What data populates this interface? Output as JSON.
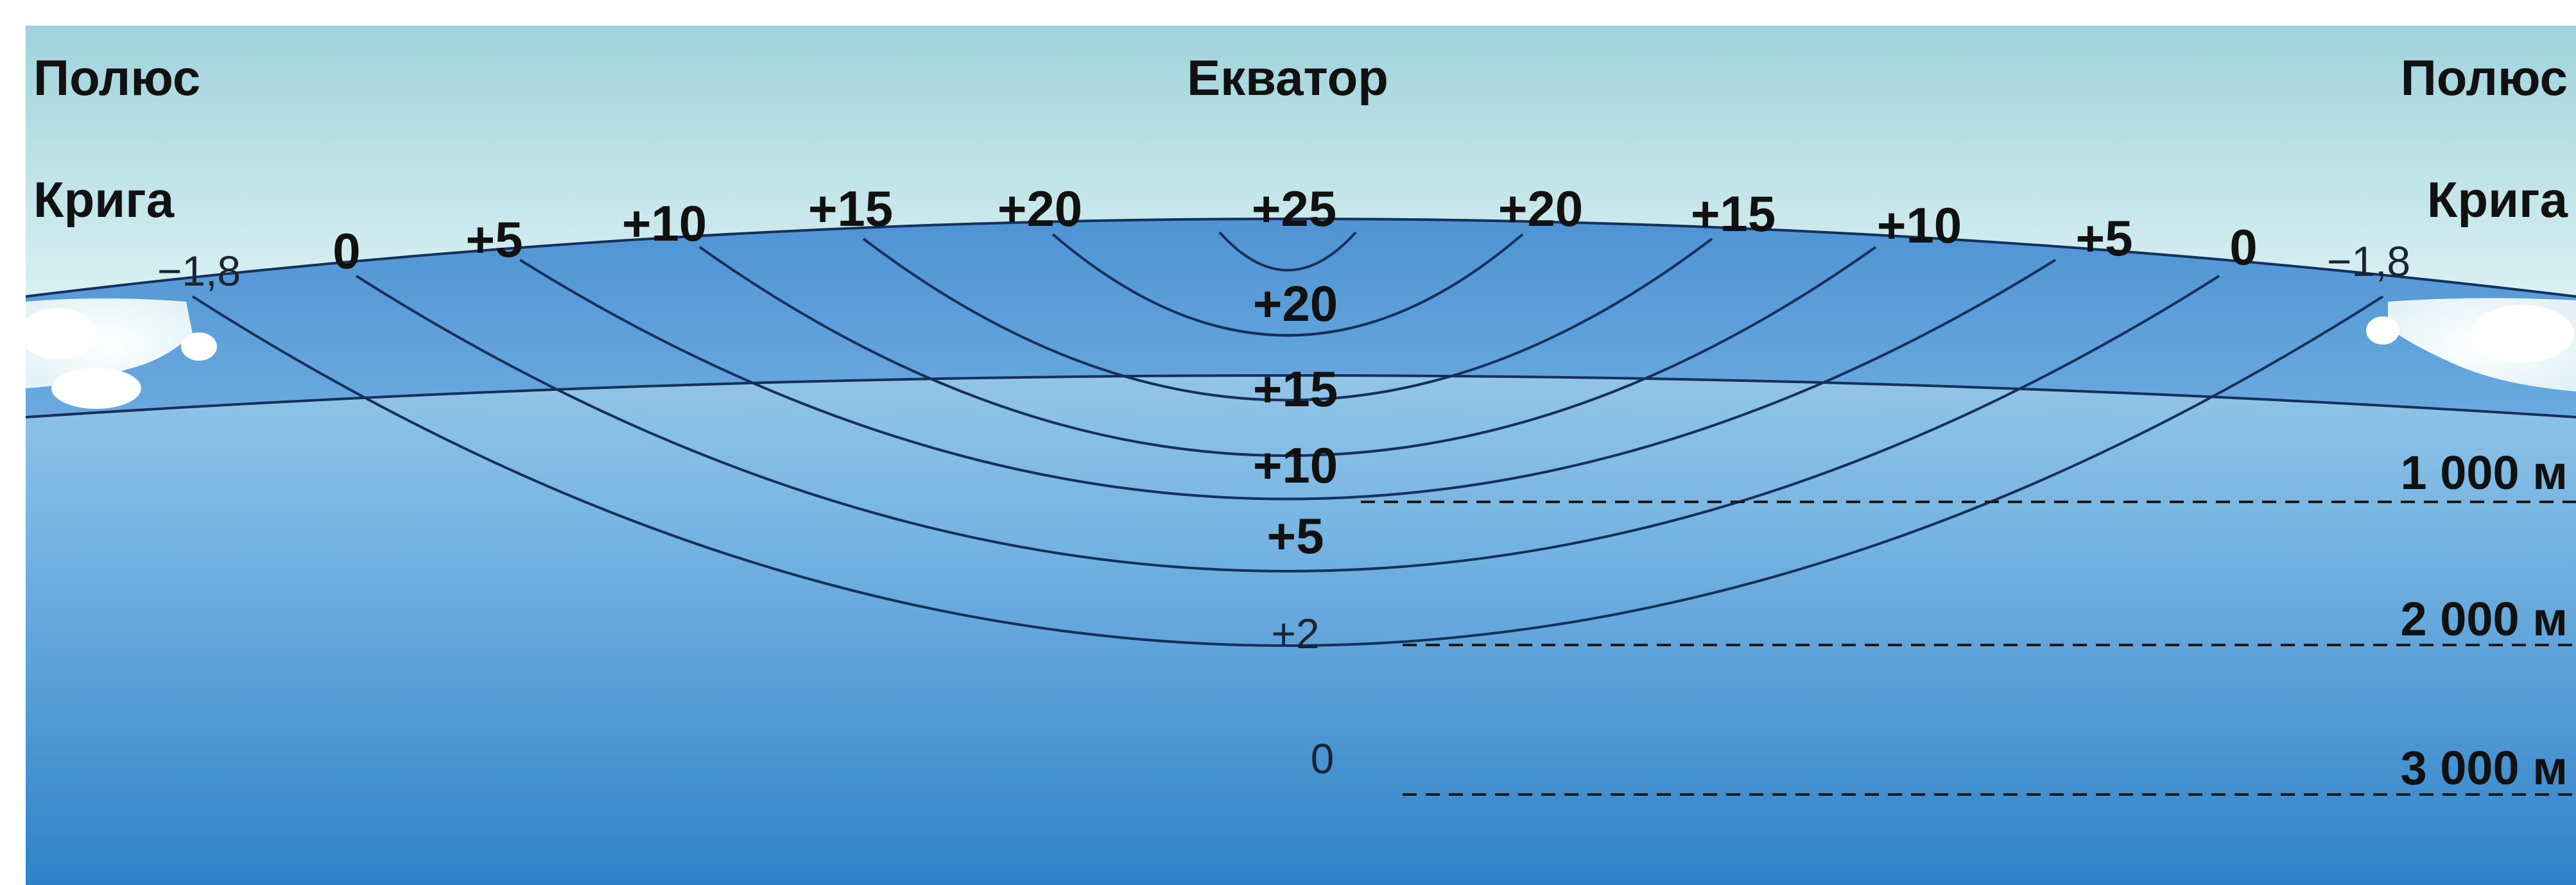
{
  "header": {
    "pole_left": "Полюс",
    "equator": "Екватор",
    "pole_right": "Полюс"
  },
  "ice": {
    "left": "Крига",
    "right": "Крига"
  },
  "surface_temperatures": {
    "left": [
      "−1,8",
      "0",
      "+5",
      "+10",
      "+15",
      "+20"
    ],
    "center": "+25",
    "right": [
      "+20",
      "+15",
      "+10",
      "+5",
      "0",
      "−1,8"
    ]
  },
  "center_column": [
    "+20",
    "+15",
    "+10",
    "+5",
    "+2",
    "0"
  ],
  "depth_labels": [
    "1 000 м",
    "2 000 м",
    "3 000 м"
  ],
  "colors": {
    "sky_top": "#9fd3dc",
    "sky_bottom": "#d9f1f3",
    "surface_layer": "#4a8fd2",
    "deep_bottom": "#2c7fc6",
    "isotherm": "#16305c",
    "ice": "#ffffff"
  }
}
